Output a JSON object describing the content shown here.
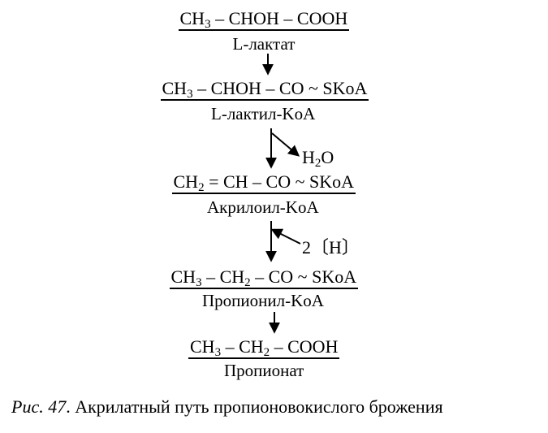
{
  "steps": [
    {
      "formula": [
        "CH",
        "3",
        " – CHOH – COOH"
      ],
      "name": "L-лактат"
    },
    {
      "formula": [
        "CH",
        "3",
        " – CHOH – CO ~ SKoA"
      ],
      "name": "L-лактил-KoA"
    },
    {
      "formula": [
        "CH",
        "2",
        " = CH – CO ~ SKoA"
      ],
      "name": "Акрилоил-KoA"
    },
    {
      "formula": [
        "CH",
        "3",
        " – CH",
        "2",
        " – CO ~ SKoA"
      ],
      "name": "Пропионил-KoA"
    },
    {
      "formula": [
        "CH",
        "3",
        " – CH",
        "2",
        " – COOH"
      ],
      "name": "Пропионат"
    }
  ],
  "side_products": {
    "water": [
      "H",
      "2",
      "O"
    ],
    "hydrogen": "2〔H〕"
  },
  "caption": {
    "figure": "Рис. 47",
    "text": "Акрилатный путь пропионовокислого брожения"
  }
}
